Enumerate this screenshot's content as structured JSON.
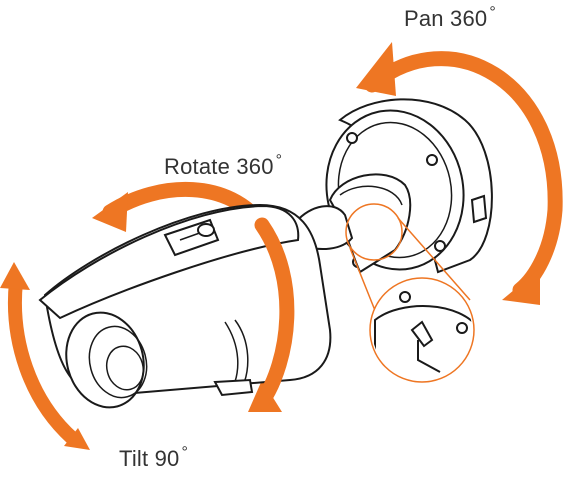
{
  "labels": {
    "pan": {
      "text": "Pan 360",
      "degree": "°"
    },
    "rotate": {
      "text": "Rotate 360",
      "degree": "°"
    },
    "tilt": {
      "text": "Tilt 90",
      "degree": "°"
    }
  },
  "colors": {
    "arrow": "#EE7623",
    "line": "#1a1a1a",
    "fill": "#ffffff",
    "text": "#333333"
  },
  "icons": [
    "pan-arrow-icon",
    "rotate-arrow-icon",
    "tilt-arrow-icon",
    "bullet-camera-icon",
    "detail-magnifier-icon"
  ]
}
